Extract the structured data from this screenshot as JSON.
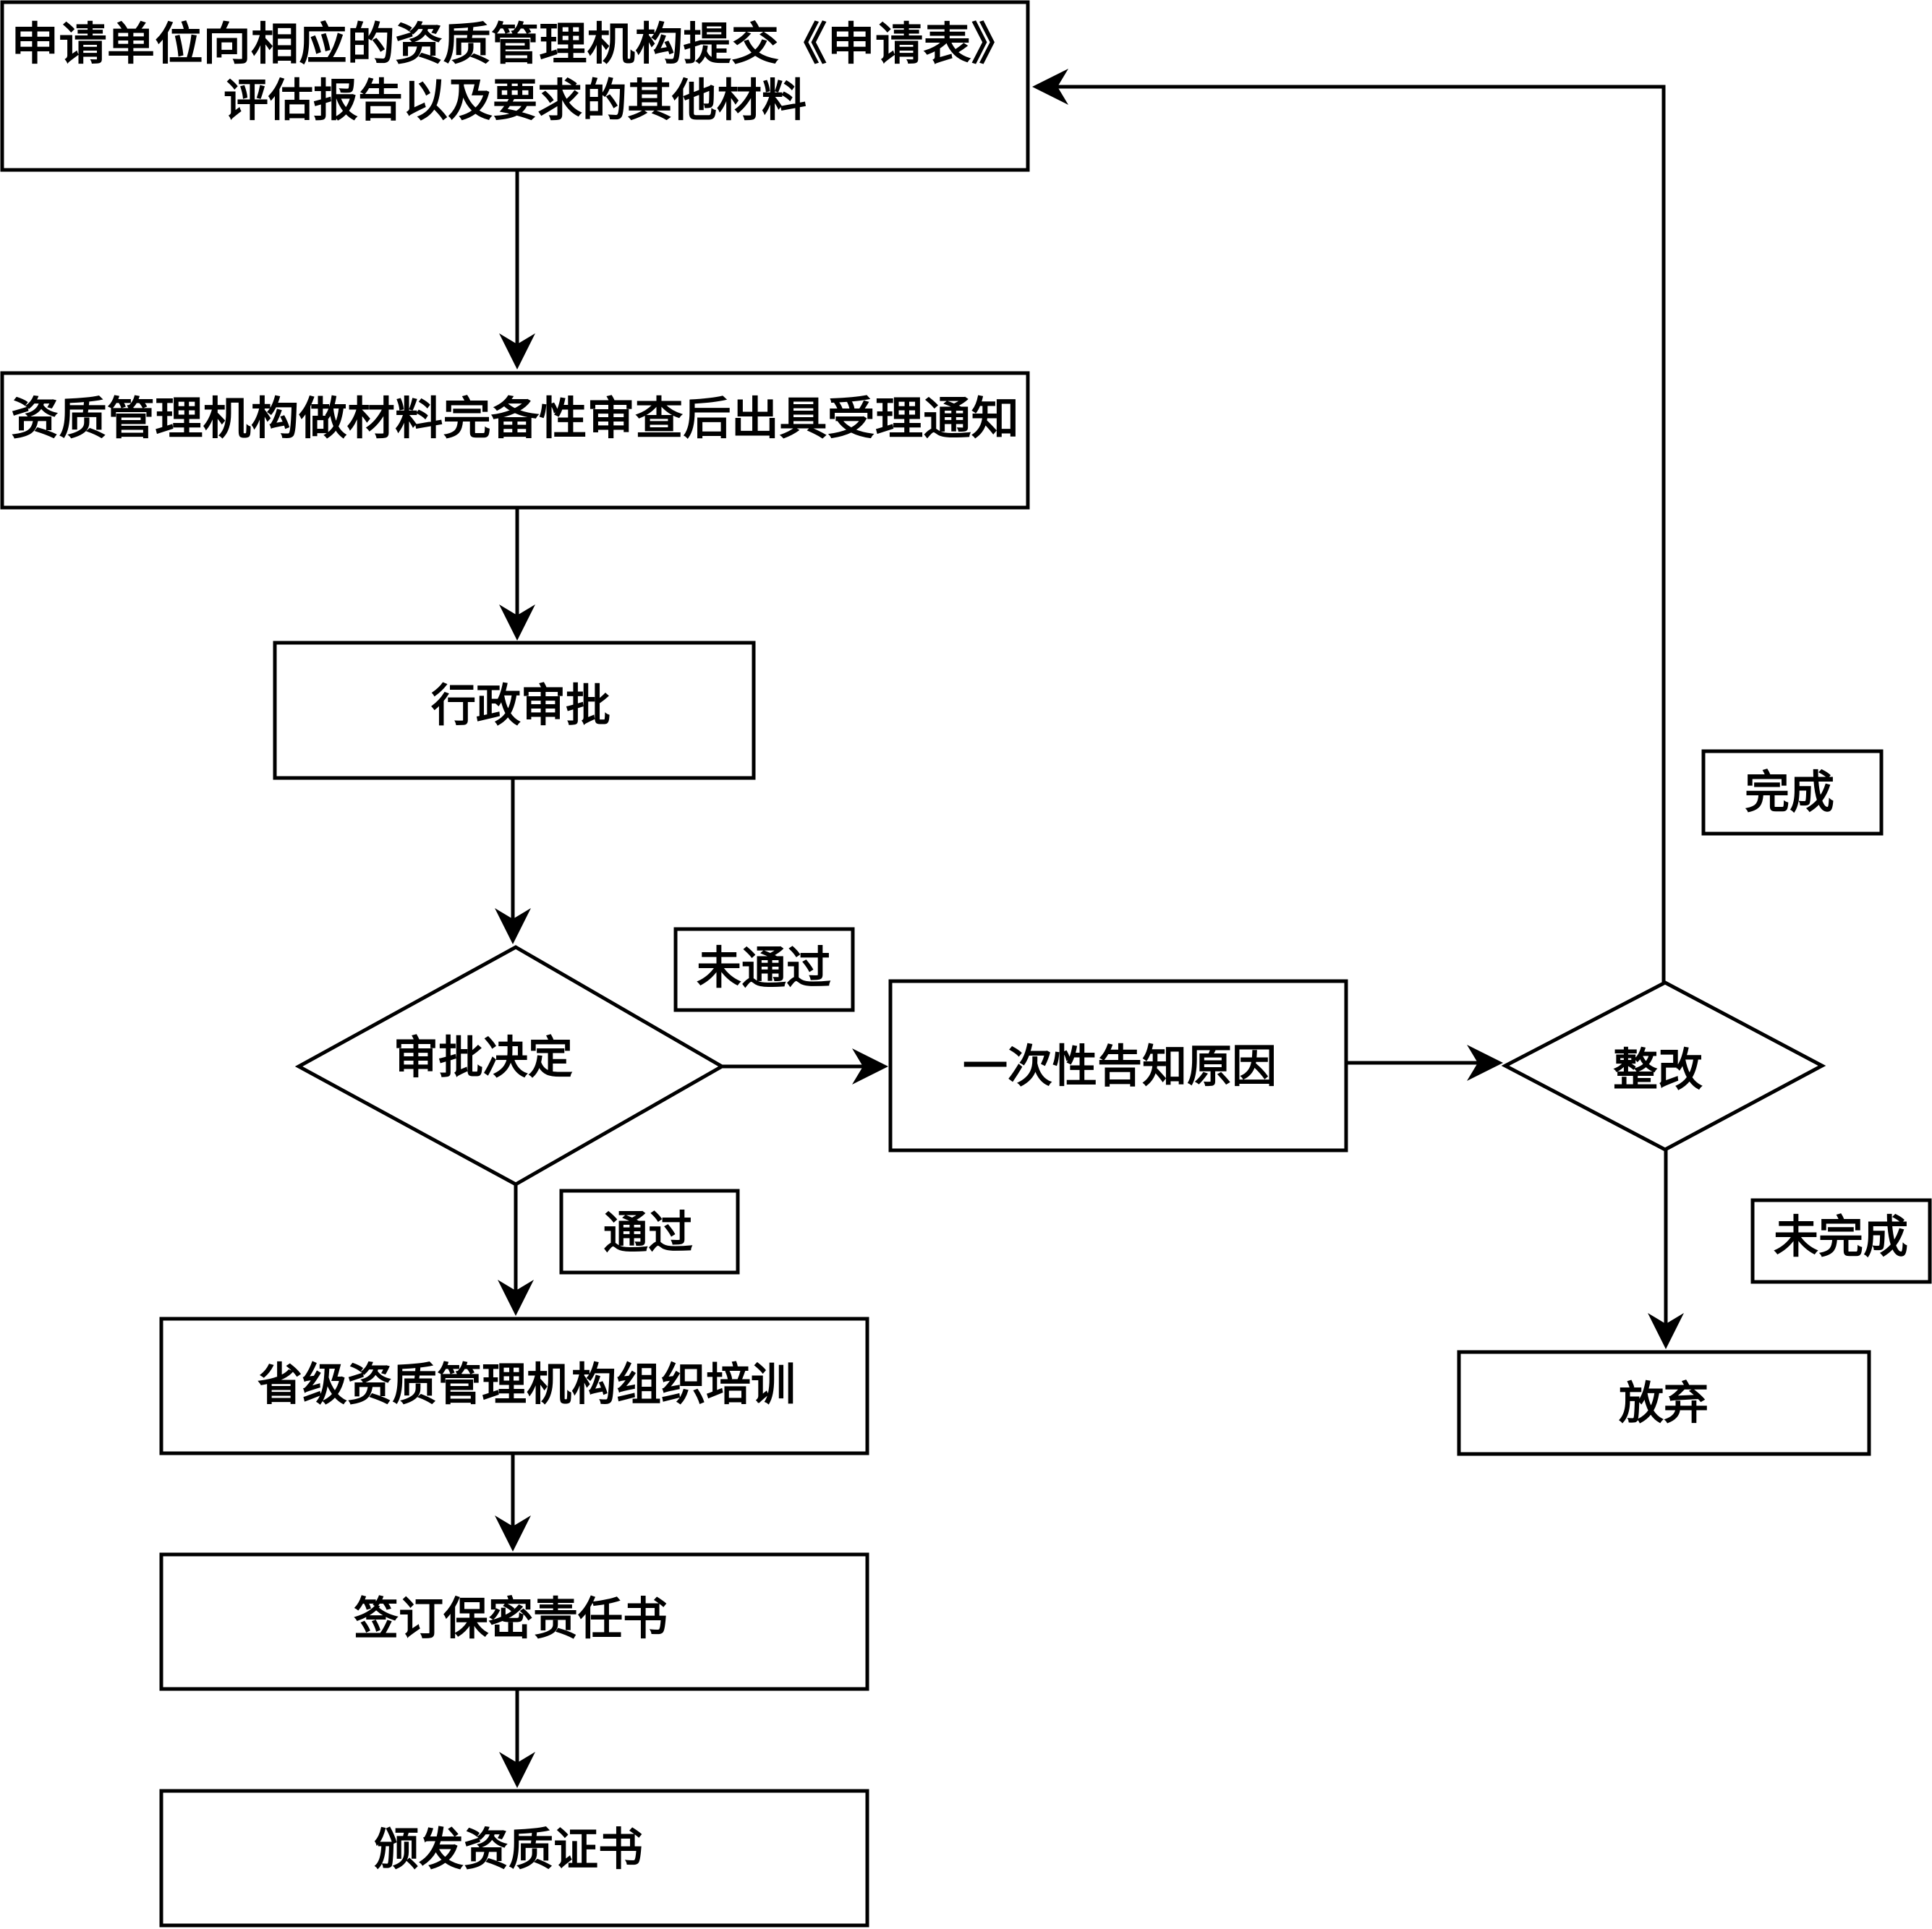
{
  "diagram": {
    "nodes": {
      "submit_line1": "申请单位向相应的资质管理机构提交《申请表》",
      "submit_line2": "评估报告以及要求的其他材料",
      "review": "资质管理机构做材料完备性审查后出具受理通知",
      "approval": "行政审批",
      "decision": "审批决定",
      "notify": "一次性告知原因",
      "rectify": "整改",
      "training": "省级资质管理机构组织培训",
      "sign": "签订保密责任书",
      "issue": "颁发资质证书",
      "abandon": "放弃"
    },
    "labels": {
      "fail": "未通过",
      "pass": "通过",
      "done": "完成",
      "not_done": "未完成"
    }
  }
}
